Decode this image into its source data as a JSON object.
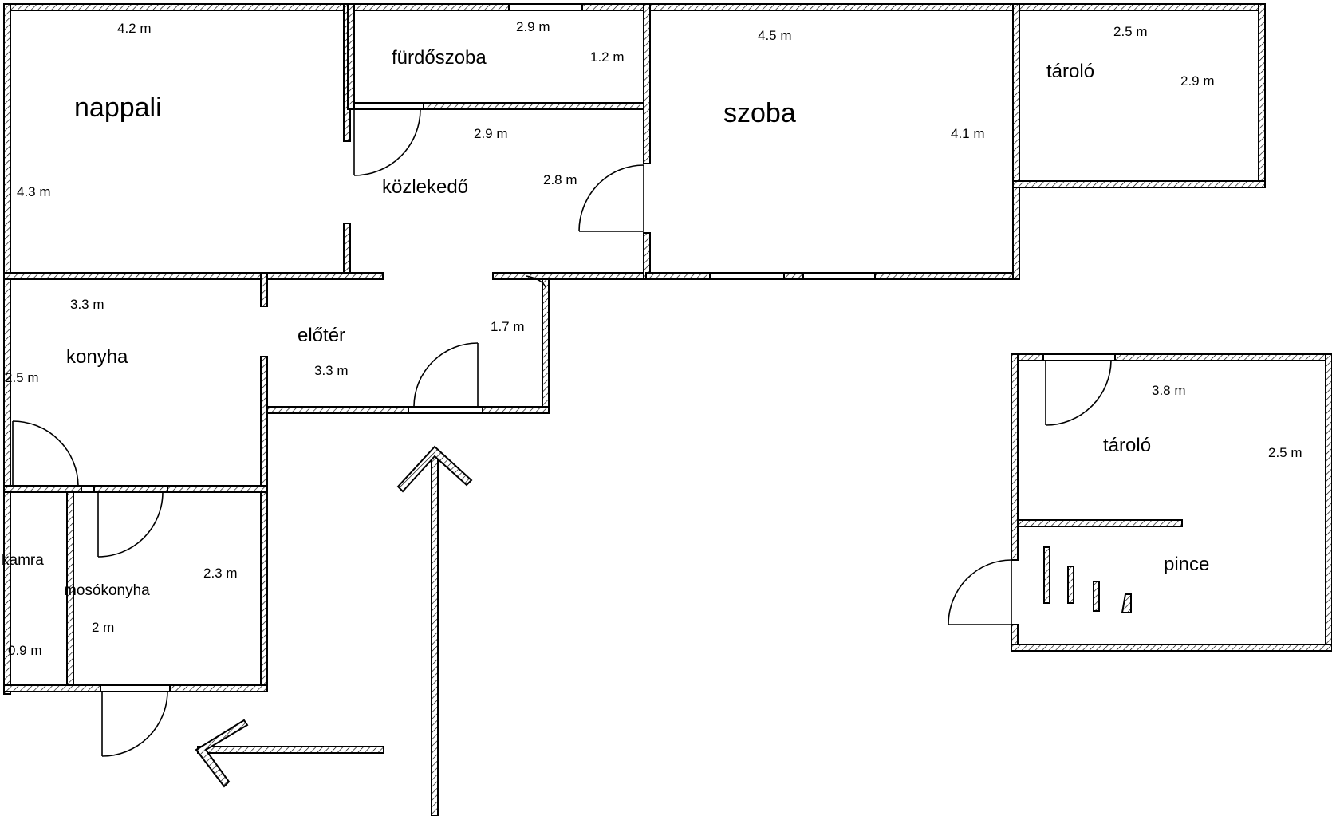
{
  "rooms": {
    "nappali": "nappali",
    "furdoszoba": "fürdőszoba",
    "szoba": "szoba",
    "taroló_top": "tároló",
    "kozlekedo": "közlekedő",
    "eloter": "előtér",
    "konyha": "konyha",
    "kamra": "kamra",
    "mosokonyha": "mosókonyha",
    "tarolo_annex": "tároló",
    "pince": "pince"
  },
  "dims": {
    "nappali_w": "4.2 m",
    "nappali_h": "4.3 m",
    "furdo_w": "2.9 m",
    "furdo_h": "1.2 m",
    "szoba_w": "4.5 m",
    "szoba_h": "4.1 m",
    "tarolo_w": "2.5 m",
    "tarolo_h": "2.9 m",
    "kozl_w": "2.9 m",
    "kozl_h": "2.8 m",
    "konyha_w": "3.3 m",
    "konyha_h": "2.5 m",
    "eloter_w": "3.3 m",
    "eloter_h": "1.7 m",
    "mosok_h": "2.3 m",
    "mosok_w": "2 m",
    "kamra_w": "0.9 m",
    "annex_w": "3.8 m",
    "annex_h": "2.5 m"
  }
}
